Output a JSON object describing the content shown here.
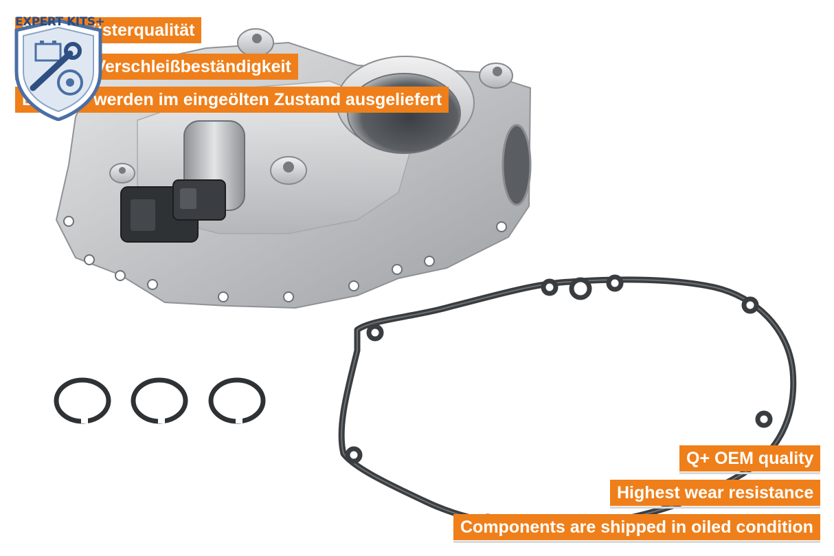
{
  "badge": {
    "label": "EXPERT KITS+",
    "icon": "shield-battery-wrench-brake-icon",
    "colors": {
      "shield": "#4a6fa5",
      "shield_inner": "#dfe8f2",
      "text": "#2a4a7f"
    }
  },
  "banners_de": [
    {
      "text": "Erstausrüsterqualität"
    },
    {
      "text": "Höchste Verschleißbeständigkeit"
    },
    {
      "text": "Bauteile werden im eingeölten Zustand ausgeliefert"
    }
  ],
  "banners_en": [
    {
      "text": "Q+ OEM quality"
    },
    {
      "text": "Highest wear resistance"
    },
    {
      "text": "Components are shipped in oiled condition"
    }
  ],
  "colors": {
    "banner": "#ef7f1a",
    "banner_text": "#ffffff",
    "metal": "#c9cbcd",
    "gasket": "#3a3d40"
  },
  "product": {
    "housing_icon": "timing-cover-housing-icon",
    "solenoid_icon": "solenoid-valve-connector-icon",
    "gasket_icon": "gasket-icon",
    "rings_icon": "snap-ring-icon",
    "ring_count": 3
  }
}
